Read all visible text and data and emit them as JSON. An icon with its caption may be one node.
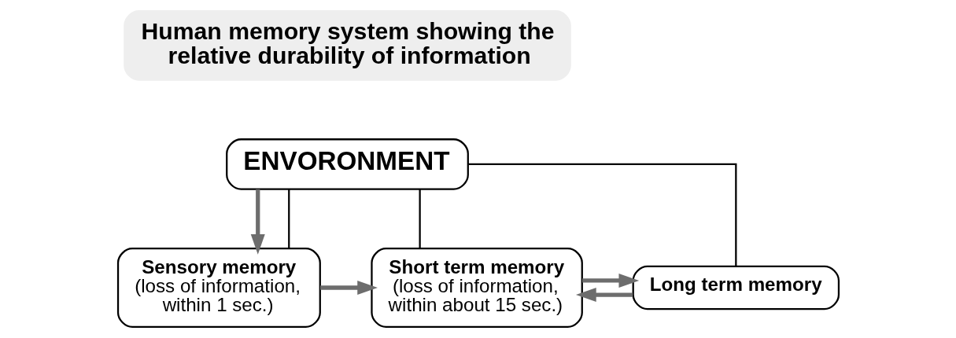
{
  "diagram": {
    "nodes": [
      {
        "text": [
          "Human memory system showing the relative durability of information"
        ]
      },
      {
        "text": [
          "ENVORONMENT"
        ]
      },
      {
        "text": [
          "Sensory memory",
          "(loss of information, within 1 sec.)"
        ]
      },
      {
        "text": [
          "Short term memory",
          "(loss of information, within about 15 sec.)"
        ]
      },
      {
        "text": [
          "Long term memory"
        ]
      }
    ],
    "edges": [
      {
        "from": 1,
        "to": 2,
        "arrow": "to"
      },
      {
        "from": 1,
        "to": 2,
        "arrow": "none",
        "color": "#000000"
      },
      {
        "from": 1,
        "to": 3,
        "arrow": "none",
        "color": "#000000"
      },
      {
        "from": 1,
        "to": 4,
        "arrow": "none",
        "color": "#000000"
      },
      {
        "from": 2,
        "to": 3,
        "arrow": "to"
      },
      {
        "from": 3,
        "to": 4,
        "arrow": "to"
      },
      {
        "from": 4,
        "to": 3,
        "arrow": "to"
      }
    ]
  }
}
